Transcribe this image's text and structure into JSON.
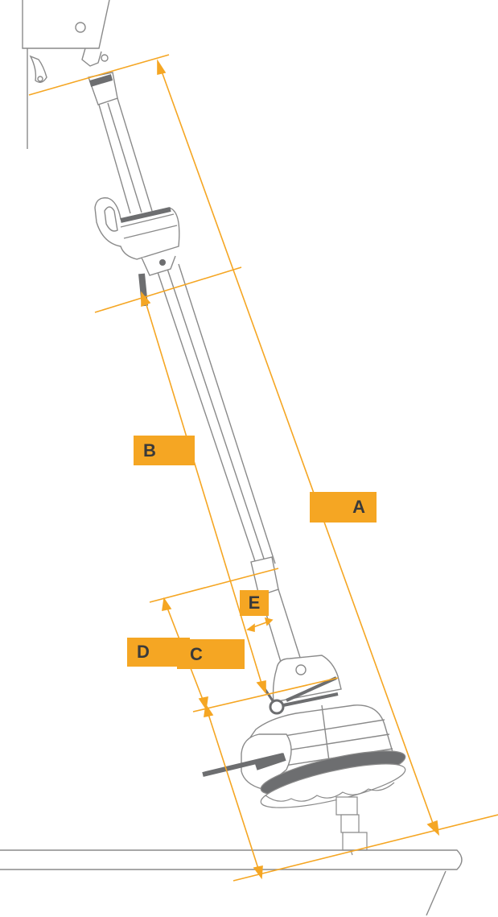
{
  "colors": {
    "accent": "#F5A623",
    "line": "#8a8a8a",
    "dark": "#6d6e70",
    "label_text": "#3a3a3a"
  },
  "labels": {
    "a": "A",
    "b": "B",
    "c": "C",
    "d": "D",
    "e": "E"
  }
}
